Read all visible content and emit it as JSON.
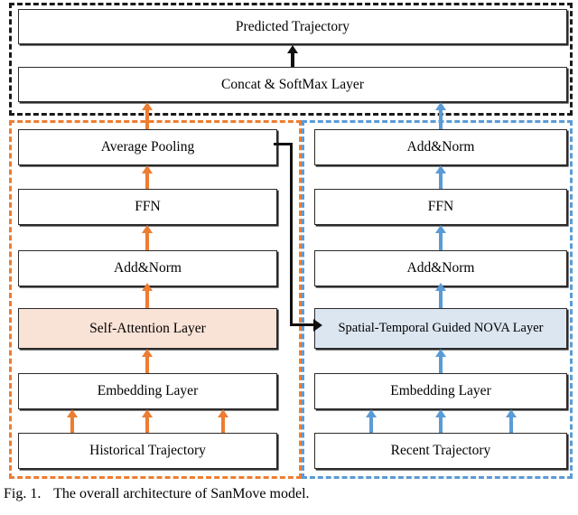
{
  "figure": {
    "caption_label": "Fig. 1.",
    "caption_text": "The overall architecture of SanMove model.",
    "colors": {
      "orange": "#ED7D31",
      "blue": "#5B9BD5",
      "black": "#1A1A1A",
      "peach_fill": "#F9E2D6",
      "blue_fill": "#DCE6F1",
      "box_border": "#2B2B2B"
    }
  },
  "output_group": {
    "name": "output-group",
    "border_style": "dashed-black",
    "boxes": [
      {
        "id": "predicted-trajectory",
        "label": "Predicted Trajectory",
        "fill": "white"
      },
      {
        "id": "concat-softmax-layer",
        "label": "Concat & SoftMax Layer",
        "fill": "white"
      }
    ]
  },
  "left_branch": {
    "name": "historical-branch",
    "border_style": "dashed-orange",
    "arrow_color": "#ED7D31",
    "boxes": [
      {
        "id": "average-pooling",
        "label": "Average Pooling",
        "fill": "white"
      },
      {
        "id": "ffn-left",
        "label": "FFN",
        "fill": "white"
      },
      {
        "id": "add-norm-left",
        "label": "Add&Norm",
        "fill": "white"
      },
      {
        "id": "self-attention-layer",
        "label": "Self-Attention Layer",
        "fill": "peach"
      },
      {
        "id": "embedding-layer-left",
        "label": "Embedding Layer",
        "fill": "white"
      },
      {
        "id": "historical-trajectory",
        "label": "Historical Trajectory",
        "fill": "white"
      }
    ]
  },
  "right_branch": {
    "name": "recent-branch",
    "border_style": "dashed-blue",
    "arrow_color": "#5B9BD5",
    "boxes": [
      {
        "id": "add-norm-right-top",
        "label": "Add&Norm",
        "fill": "white"
      },
      {
        "id": "ffn-right",
        "label": "FFN",
        "fill": "white"
      },
      {
        "id": "add-norm-right",
        "label": "Add&Norm",
        "fill": "white"
      },
      {
        "id": "nova-layer",
        "label": "Spatial-Temporal Guided NOVA Layer",
        "fill": "blue"
      },
      {
        "id": "embedding-layer-right",
        "label": "Embedding Layer",
        "fill": "white"
      },
      {
        "id": "recent-trajectory",
        "label": "Recent Trajectory",
        "fill": "white"
      }
    ]
  },
  "connectors": {
    "pooling_to_nova": {
      "label": "",
      "color": "#111111",
      "style": "solid-elbow-arrow"
    }
  }
}
